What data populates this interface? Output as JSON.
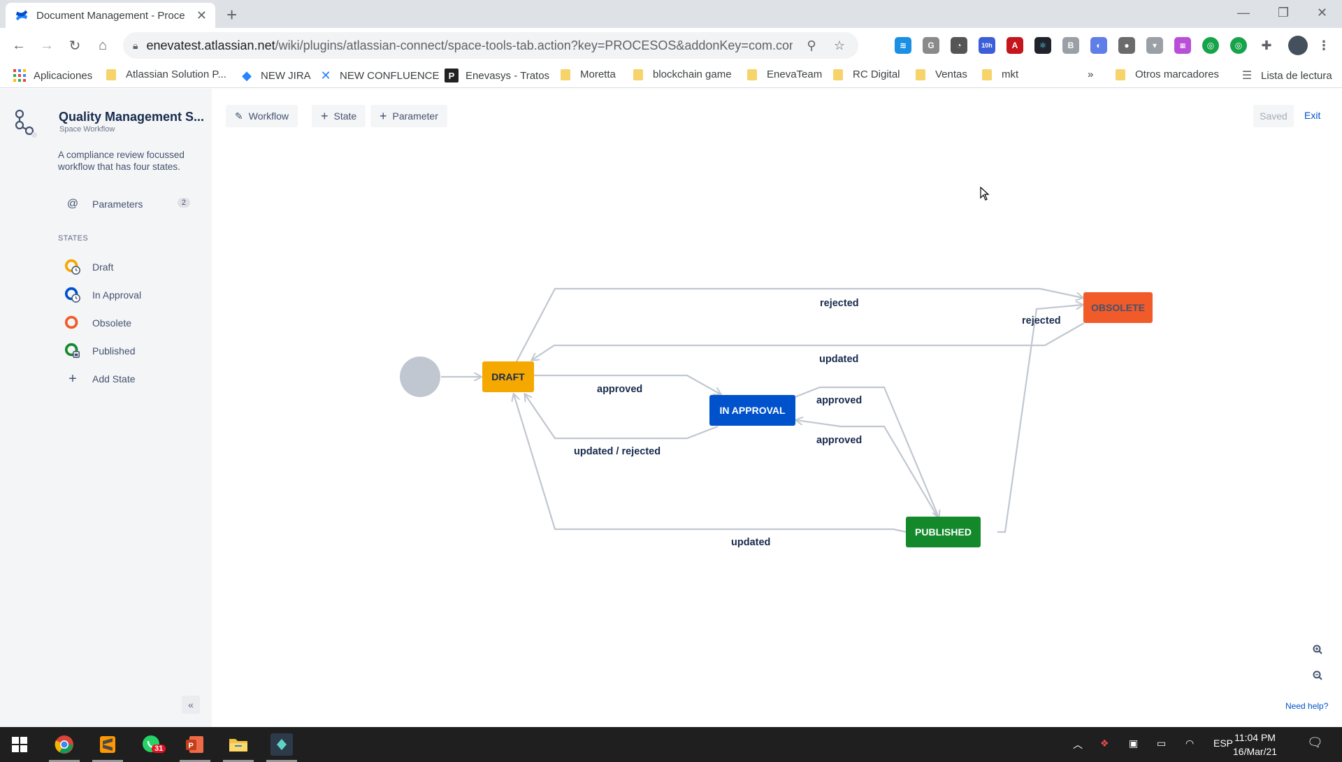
{
  "browser": {
    "tab_title": "Document Management - Proce",
    "url_host": "enevatest.atlassian.net",
    "url_path": "/wiki/plugins/atlassian-connect/space-tools-tab.action?key=PROCESOS&addonKey=com.comalatec...",
    "ext_badge": "10h"
  },
  "bookmarks": {
    "apps": "Aplicaciones",
    "items": [
      "Atlassian Solution P...",
      "NEW JIRA",
      "NEW CONFLUENCE",
      "Enevasys - Tratos",
      "Moretta",
      "blockchain game",
      "EnevaTeam",
      "RC Digital",
      "Ventas",
      "mkt"
    ],
    "overflow": "»",
    "other": "Otros marcadores",
    "reading": "Lista de lectura"
  },
  "sidebar": {
    "space_title": "Quality Management S...",
    "space_subtitle": "Space Workflow",
    "description": "A compliance review focussed workflow that has four states.",
    "parameters_label": "Parameters",
    "parameters_count": "2",
    "states_heading": "STATES",
    "states": [
      "Draft",
      "In Approval",
      "Obsolete",
      "Published"
    ],
    "add_state": "Add State",
    "collapse": "«"
  },
  "toolbar": {
    "workflow": "Workflow",
    "state": "State",
    "parameter": "Parameter",
    "saved": "Saved",
    "exit": "Exit"
  },
  "workflow": {
    "nodes": {
      "draft": "DRAFT",
      "in_approval": "IN APPROVAL",
      "obsolete": "OBSOLETE",
      "published": "PUBLISHED"
    },
    "edges": {
      "draft_obsolete": "rejected",
      "published_obsolete": "rejected",
      "obsolete_draft": "updated",
      "draft_approval": "approved",
      "approval_published": "approved",
      "published_approval": "approved",
      "approval_draft": "updated / rejected",
      "published_draft": "updated"
    },
    "colors": {
      "draft": "#f5a800",
      "in_approval": "#0052cc",
      "obsolete": "#f15a29",
      "published": "#14892c",
      "edge": "#c1c7d0",
      "start": "#c1c7d0"
    }
  },
  "help": "Need help?",
  "taskbar": {
    "whatsapp_badge": "31",
    "lang": "ESP",
    "time": "11:04 PM",
    "date": "16/Mar/21"
  }
}
